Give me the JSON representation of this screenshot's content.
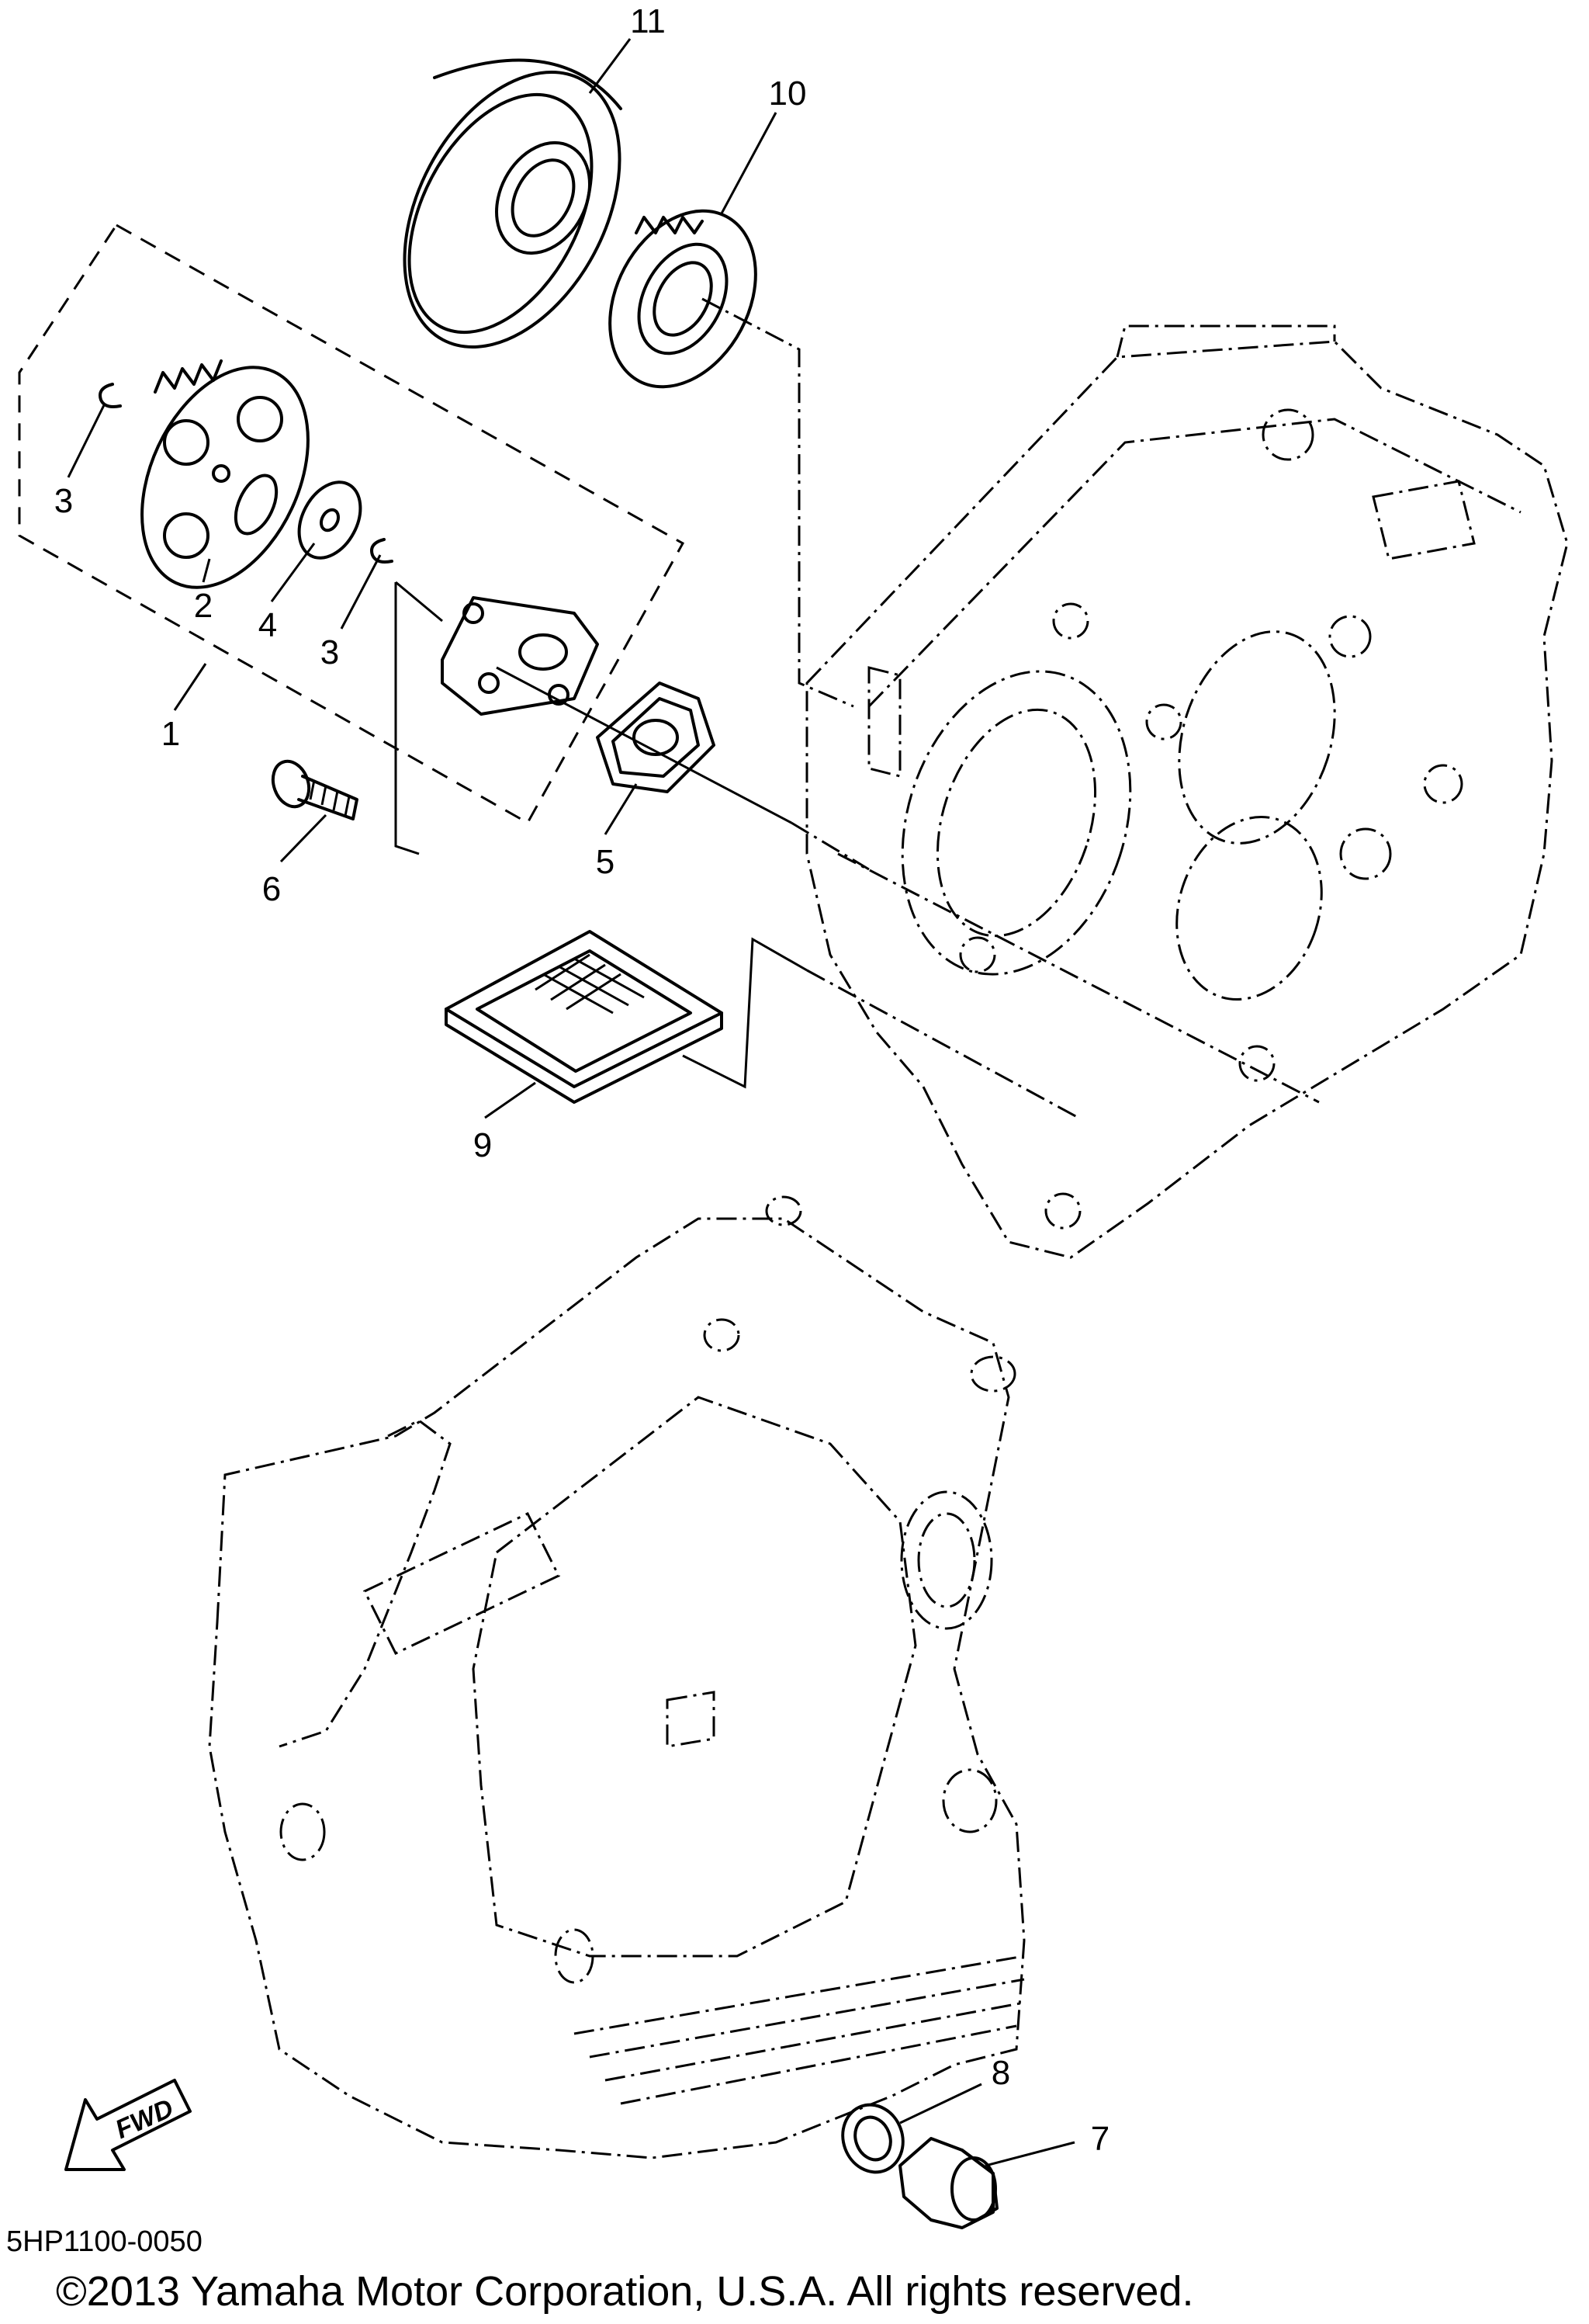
{
  "callouts": {
    "c1": "1",
    "c2": "2",
    "c3a": "3",
    "c3b": "3",
    "c4": "4",
    "c5": "5",
    "c6": "6",
    "c7": "7",
    "c8": "8",
    "c9": "9",
    "c10": "10",
    "c11": "11"
  },
  "fwd_label": "FWD",
  "part_code": "5HP1100-0050",
  "copyright": "©2013 Yamaha Motor Corporation, U.S.A. All rights reserved."
}
